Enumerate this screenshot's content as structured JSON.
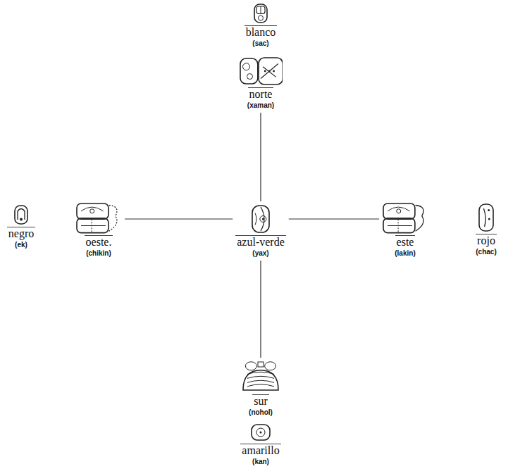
{
  "diagram": {
    "nodes": [
      {
        "text": [
          "blanco",
          "(sac)"
        ]
      },
      {
        "text": [
          "norte",
          "(xaman)"
        ]
      },
      {
        "text": [
          "negro",
          "(ek)"
        ]
      },
      {
        "text": [
          "oeste.",
          "(chikin)"
        ]
      },
      {
        "text": [
          "azul-verde",
          "(yax)"
        ]
      },
      {
        "text": [
          "este",
          "(lakin)"
        ]
      },
      {
        "text": [
          "rojo",
          "(chac)"
        ]
      },
      {
        "text": [
          "sur",
          "(nohol)"
        ]
      },
      {
        "text": [
          "amarillo",
          "(kan)"
        ]
      }
    ],
    "edges": [
      {
        "from": 4,
        "to": 1,
        "arrow": "none"
      },
      {
        "from": 4,
        "to": 3,
        "arrow": "none"
      },
      {
        "from": 4,
        "to": 5,
        "arrow": "none"
      },
      {
        "from": 4,
        "to": 7,
        "arrow": "none"
      }
    ]
  }
}
